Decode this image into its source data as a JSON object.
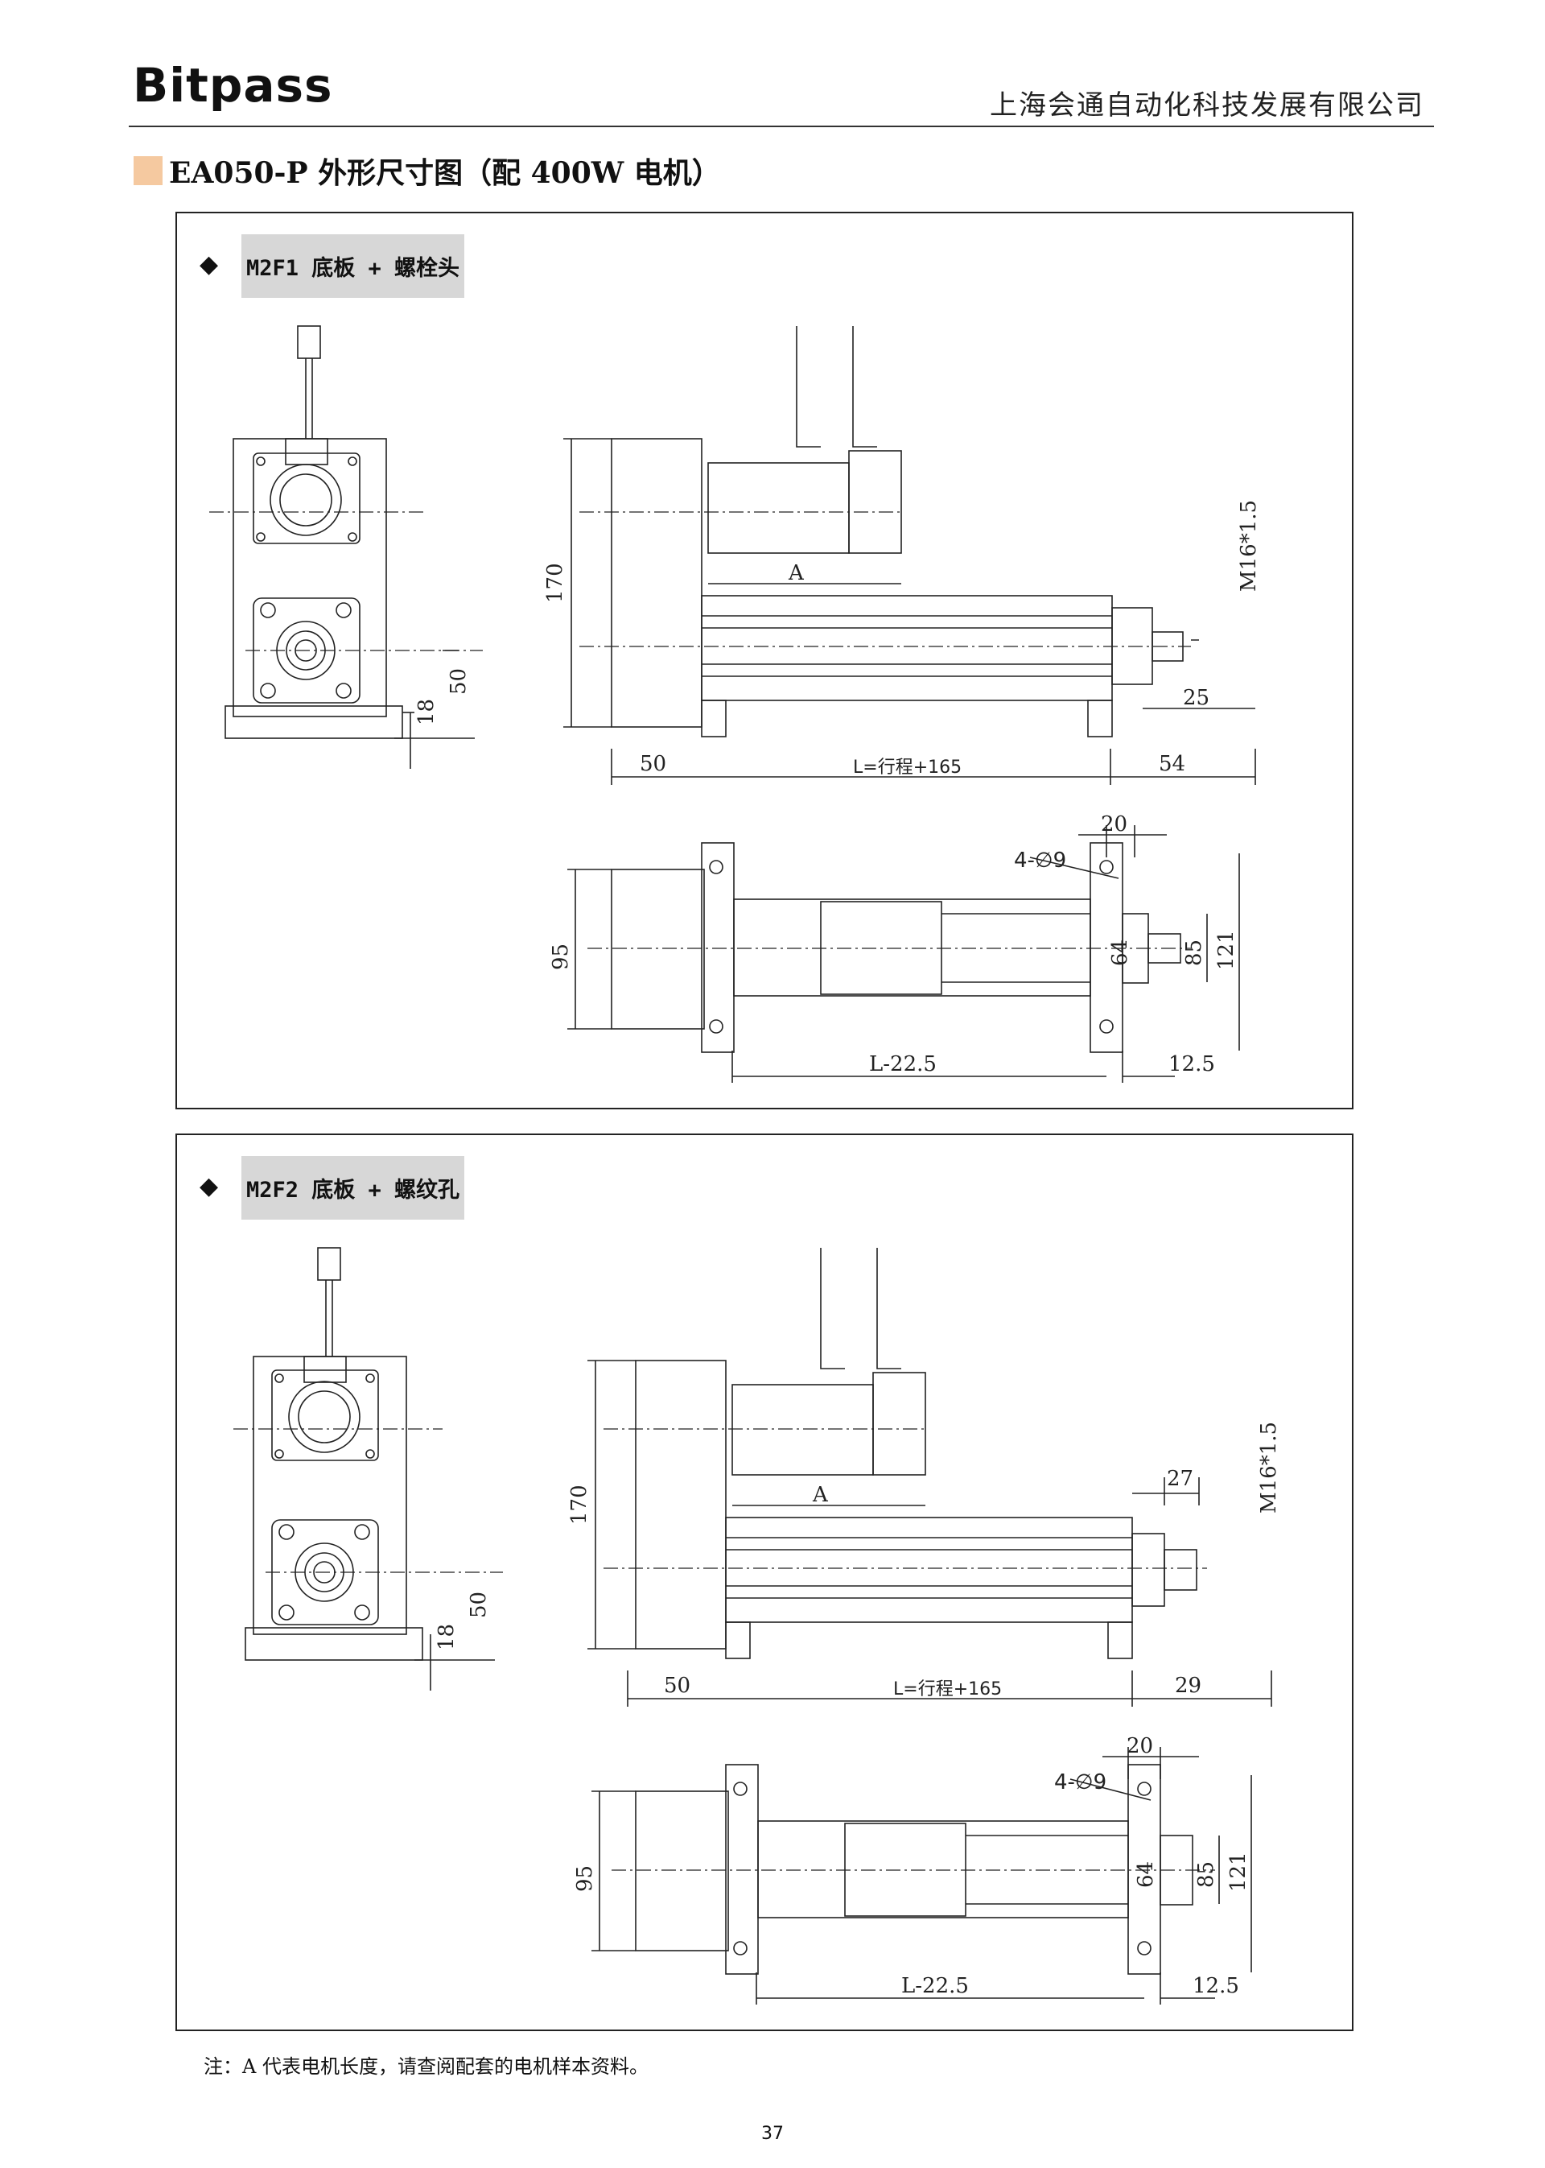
{
  "header": {
    "logo": "Bitpass",
    "company": "上海会通自动化科技发展有限公司"
  },
  "title": "EA050-P 外形尺寸图（配 400W 电机）",
  "panels": [
    {
      "variant": "M2F1 底板 + 螺栓头",
      "dims": {
        "A": "A",
        "h170": "170",
        "h50": "50",
        "h18": "18",
        "m16": "M16*1.5",
        "d25": "25",
        "d50": "50",
        "L": "L=行程+165",
        "d54": "54",
        "d20": "20",
        "hole": "4-∅9",
        "d95": "95",
        "d64": "64",
        "d85": "85",
        "d121": "121",
        "L225": "L-22.5",
        "d125": "12.5"
      }
    },
    {
      "variant": "M2F2 底板 + 螺纹孔",
      "dims": {
        "A": "A",
        "h170": "170",
        "h50": "50",
        "h18": "18",
        "m16": "M16*1.5",
        "d27": "27",
        "d50": "50",
        "L": "L=行程+165",
        "d29": "29",
        "d20": "20",
        "hole": "4-∅9",
        "d95": "95",
        "d64": "64",
        "d85": "85",
        "d121": "121",
        "L225": "L-22.5",
        "d125": "12.5"
      }
    }
  ],
  "note": "注：A 代表电机长度，请查阅配套的电机样本资料。",
  "page_number": "37"
}
